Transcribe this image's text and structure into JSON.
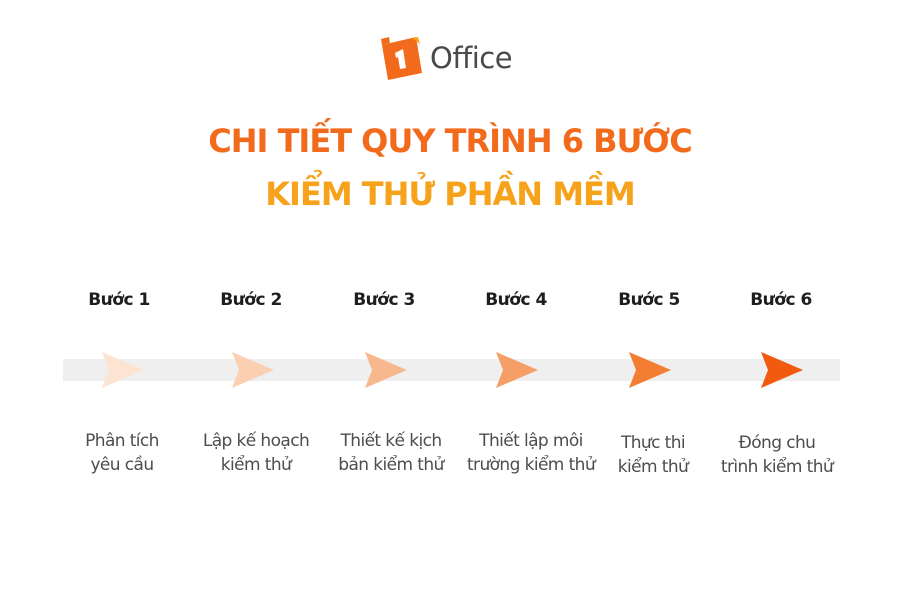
{
  "logo": {
    "text": "Office"
  },
  "title": {
    "line1": "CHI TIẾT QUY TRÌNH 6 BƯỚC",
    "line2": "KIỂM THỬ PHẦN MỀM"
  },
  "colors": {
    "title_line1": "#f26a1b",
    "title_line2": "#f7a21b",
    "brand_orange": "#f26a1b",
    "track": "#efefef"
  },
  "steps": [
    {
      "label": "Bước 1",
      "desc": [
        "Phân tích",
        "yêu cầu"
      ],
      "arrow_color": "#fde3d2"
    },
    {
      "label": "Bước 2",
      "desc": [
        "Lập kế hoạch",
        "kiểm thử"
      ],
      "arrow_color": "#fbd0b2"
    },
    {
      "label": "Bước 3",
      "desc": [
        "Thiết kế kịch",
        "bản kiểm thử"
      ],
      "arrow_color": "#f8b88e"
    },
    {
      "label": "Bước 4",
      "desc": [
        "Thiết lập môi",
        "trường kiểm thử"
      ],
      "arrow_color": "#f59e66"
    },
    {
      "label": "Bước 5",
      "desc": [
        "Thực thi",
        "kiểm thử"
      ],
      "arrow_color": "#f47d34"
    },
    {
      "label": "Bước 6",
      "desc": [
        "Đóng chu",
        "trình kiểm thử"
      ],
      "arrow_color": "#f25a10"
    }
  ]
}
